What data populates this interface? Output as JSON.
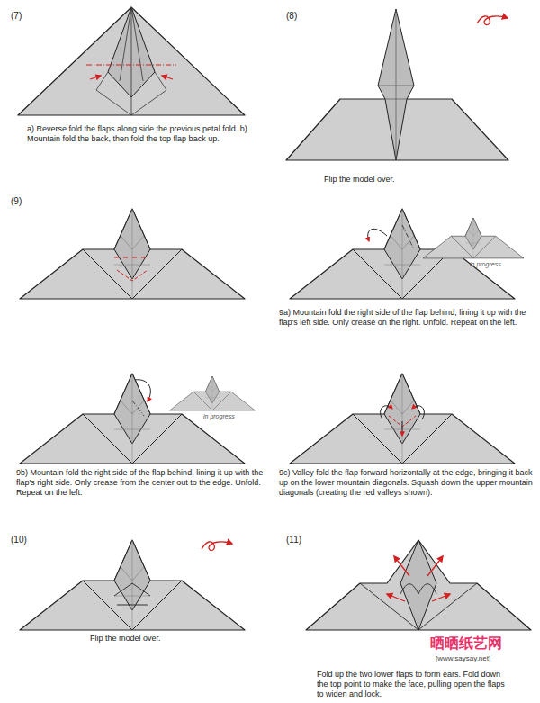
{
  "diagram": {
    "labels": [
      "(7)",
      "a) Reverse fold the flaps along side the previous petal fold. b) Mountain fold the back, then fold the top flap back up.",
      "(8)",
      "Flip the model over.",
      "(9)",
      "in progress",
      "9a) Mountain fold the right side of the flap behind, lining it up with the flap's left side. Only crease on the right. Unfold. Repeat on the left.",
      "in progress",
      "9b) Mountain fold the right side of the flap behind, lining it up with the flap's right side. Only crease from the center out to the edge. Unfold. Repeat on the left.",
      "9c) Valley fold the flap forward horizontally at the edge, bringing it back up on the lower mountain diagonals. Squash down the upper mountain diagonals (creating the red valleys shown).",
      "(10)",
      "Flip the model over.",
      "(11)",
      "Fold up the two lower flaps to form ears. Fold down the top point to make the face, pulling open the flaps to widen and lock.",
      "晒晒纸艺网",
      "[www.saysay.net]"
    ]
  }
}
